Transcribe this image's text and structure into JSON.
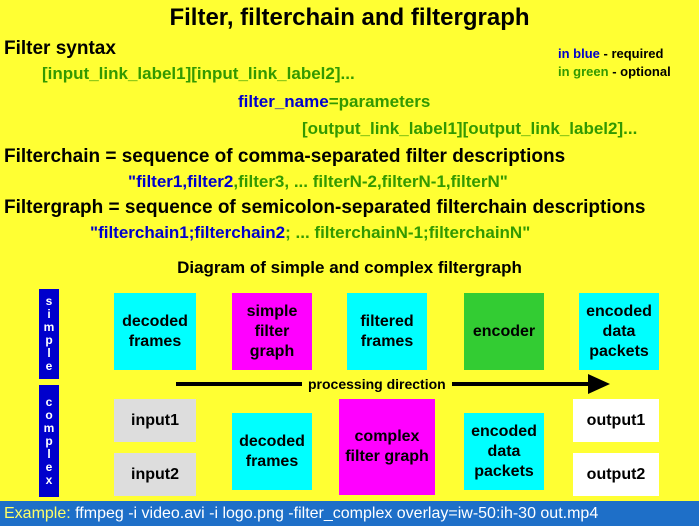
{
  "title": "Filter, filterchain and filtergraph",
  "syntax": {
    "heading": "Filter syntax",
    "legend_required_colored": "in blue",
    "legend_required_rest": " - required",
    "legend_optional_colored": "in green",
    "legend_optional_rest": " - optional",
    "input_labels": "[input_link_label1][input_link_label2]...",
    "filter_name": "filter_name",
    "equals_parameters": "=parameters",
    "output_labels": "[output_link_label1][output_link_label2]..."
  },
  "filterchain": {
    "heading": "Filterchain = sequence of comma-separated filter descriptions",
    "ex_open": "\"",
    "ex_blue": "filter1,filter2",
    "ex_green": ",filter3, ... filterN-2,filterN-1,filterN",
    "ex_close": "\""
  },
  "filtergraph": {
    "heading": "Filtergraph = sequence of semicolon-separated filterchain descriptions",
    "ex_open": "\"",
    "ex_blue": "filterchain1;filterchain2",
    "ex_green": "; ... filterchainN-1;filterchainN",
    "ex_close": "\""
  },
  "diagram": {
    "heading": "Diagram of simple and complex filtergraph",
    "simple_label": [
      "s",
      "i",
      "m",
      "p",
      "l",
      "e"
    ],
    "complex_label": [
      "c",
      "o",
      "m",
      "p",
      "l",
      "e",
      "x"
    ],
    "simple_boxes": {
      "decoded": "decoded frames",
      "filter": "simple filter graph",
      "filtered": "filtered frames",
      "encoder": "encoder",
      "packets": "encoded data packets"
    },
    "direction": "processing direction",
    "complex_boxes": {
      "input1": "input1",
      "input2": "input2",
      "decoded": "decoded frames",
      "filter": "complex filter graph",
      "packets": "encoded data packets",
      "output1": "output1",
      "output2": "output2"
    }
  },
  "example": {
    "label": "Example:",
    "command": " ffmpeg -i video.avi -i logo.png -filter_complex overlay=iw-50:ih-30  out.mp4"
  },
  "colors": {
    "background": "#ffff33",
    "required": "#0000cc",
    "optional": "#339900",
    "cyan": "#00ffff",
    "magenta": "#ff00ff",
    "encoder": "#33cc33",
    "example_bar": "#1e6fc8"
  }
}
